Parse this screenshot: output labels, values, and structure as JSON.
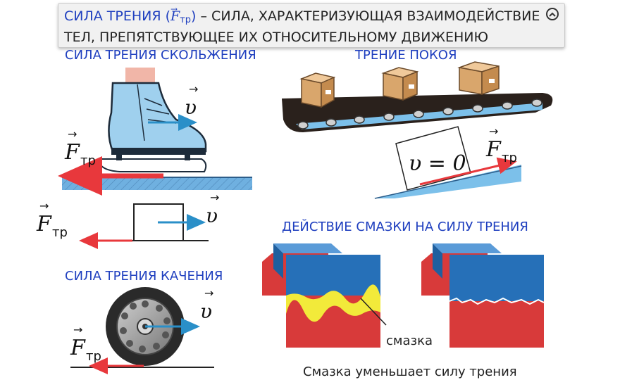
{
  "banner": {
    "term": "СИЛА ТРЕНИЯ (",
    "symbol": "F",
    "symbol_sub": "тр",
    "term_close": ")",
    "definition": " – СИЛА, ХАРАКТЕРИЗУЮЩАЯ ВЗАИМОДЕЙСТВИЕ ТЕЛ, ПРЕПЯТСТВУЮЩЕЕ ИХ ОТНОСИТЕЛЬНОМУ ДВИЖЕНИЮ"
  },
  "sections": {
    "sliding_title": "СИЛА ТРЕНИЯ СКОЛЬЖЕНИЯ",
    "static_title": "ТРЕНИЕ ПОКОЯ",
    "rolling_title": "СИЛА ТРЕНИЯ КАЧЕНИЯ",
    "lubrication_title": "ДЕЙСТВИЕ СМАЗКИ НА СИЛУ ТРЕНИЯ"
  },
  "labels": {
    "force": "F",
    "force_sub": "тр",
    "velocity": "υ",
    "velocity_zero": "υ = 0",
    "lubricant": "смазка",
    "conclusion": "Смазка уменьшает силу трения"
  },
  "colors": {
    "heading": "#1f3fbf",
    "force_arrow": "#e8383c",
    "velocity_arrow": "#2a8fc8",
    "surface": "#5aa0d8",
    "lubricant": "#f2ea3a",
    "block_top": "#2670b8",
    "block_bottom": "#d83a3a"
  },
  "icons": {
    "collapse": "chevron-up-circle-icon"
  }
}
